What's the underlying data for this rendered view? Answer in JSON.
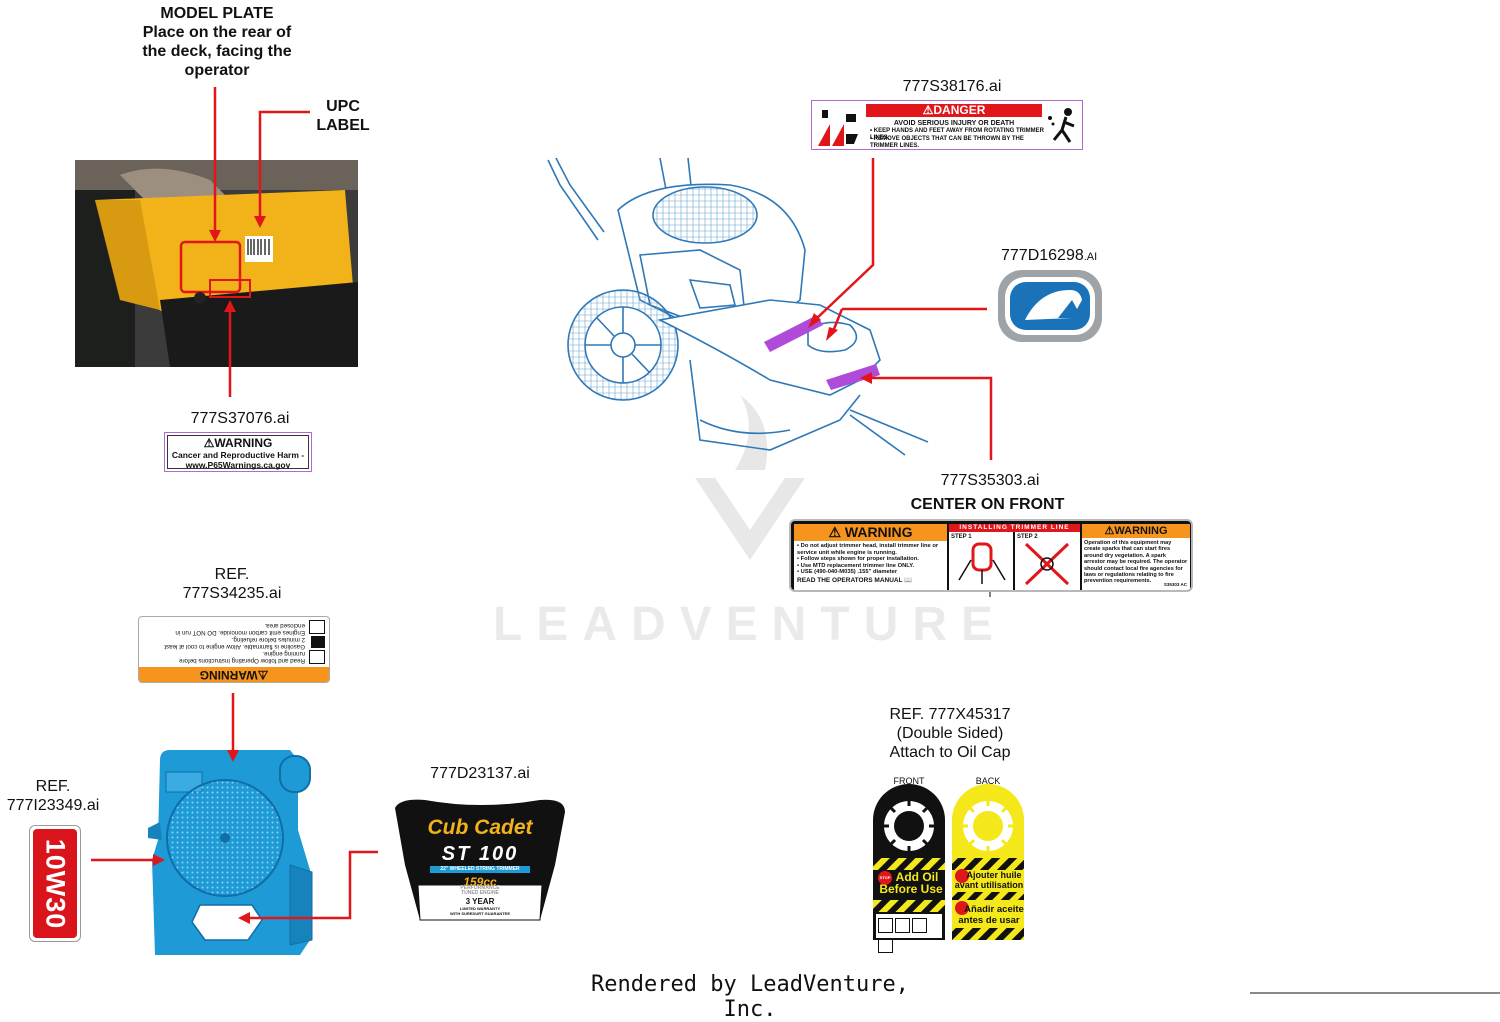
{
  "colors": {
    "arrow": "#e0161b",
    "engine_blue": "#1e9ad6",
    "deck_yellow": "#f2b21a",
    "warning_orange": "#f7941d",
    "danger_red": "#e0161b",
    "highlight_purple": "#b04ad8",
    "oil_red": "#d9141b",
    "tag_yellow": "#f4e81a"
  },
  "callouts": {
    "model_plate": [
      "MODEL PLATE",
      "Place on the rear of",
      "the deck, facing the",
      "operator"
    ],
    "upc": [
      "UPC",
      "LABEL"
    ],
    "s37076": "777S37076.ai",
    "s38176": "777S38176.ai",
    "d16298_main": "777D16298",
    "d16298_ext": ".AI",
    "s35303": "777S35303.ai",
    "center_front": "CENTER ON FRONT",
    "s34235": [
      "REF.",
      "777S34235.ai"
    ],
    "i23349": [
      "REF.",
      "777I23349.ai"
    ],
    "d23137": "777D23137.ai",
    "x45317": [
      "REF. 777X45317",
      "(Double Sided)",
      "Attach to Oil Cap"
    ]
  },
  "prop65": {
    "title": "WARNING",
    "line1": "Cancer and Reproductive Harm -",
    "line2": "www.P65Warnings.ca.gov"
  },
  "danger_decal": {
    "title": "DANGER",
    "sub": "AVOID SERIOUS INJURY OR DEATH",
    "b1": "• KEEP HANDS AND FEET AWAY FROM ROTATING TRIMMER LINES.",
    "b2": "• REMOVE OBJECTS THAT CAN BE THROWN BY THE TRIMMER LINES."
  },
  "front_warning": {
    "left_title": "WARNING",
    "left_lines": [
      "• Do not adjust trimmer head, install trimmer line or",
      "service unit while engine is running.",
      "• Follow steps shown for proper installation.",
      "• Use MTD replacement trimmer line ONLY.",
      "• USE (490-040-M035) .155\" diameter"
    ],
    "manual": "READ THE OPERATORS MANUAL",
    "mid_title": "INSTALLING TRIMMER LINE",
    "step1": "STEP 1",
    "step2": "STEP 2",
    "right_title": "WARNING",
    "right_lines": [
      "Operation of this equipment may",
      "create sparks that can start fires",
      "around dry vegetation. A spark",
      "arrestor may be required. The operator",
      "should contact local fire agencies for",
      "laws or regulations relating to fire",
      "prevention requirements."
    ],
    "code": "S35303 AC"
  },
  "engine_warning": {
    "title": "WARNING",
    "lines": [
      "Read and follow Operating Instructions before",
      "running engine.",
      "Gasoline is flammable. Allow engine to cool at least",
      "2 minutes before refueling.",
      "Engines emit carbon monoxide. DO NOT run in",
      "enclosed area."
    ]
  },
  "oil_label": "10W30",
  "cub_decal": {
    "brand": "Cub Cadet",
    "model": "ST 100",
    "sub": "22\" WHEELED STRING TRIMMER",
    "cc": "159cc",
    "engine": [
      "PERFORMANCE",
      "TUNED ENGINE"
    ],
    "warranty": "3 YEAR",
    "warranty_sub": [
      "LIMITED WARRANTY",
      "WITH SUREDURT GUARANTEE"
    ]
  },
  "oil_tag": {
    "front_label": "FRONT",
    "back_label": "BACK",
    "stop": "STOP",
    "front_text": [
      "Add Oil",
      "Before Use"
    ],
    "fr_text": [
      "Ajouter huile",
      "avant utilisation"
    ],
    "es_text": [
      "Añadir aceite",
      "antes de usar"
    ]
  },
  "watermark": "LEADVENTURE",
  "footer": "Rendered by LeadVenture, Inc."
}
